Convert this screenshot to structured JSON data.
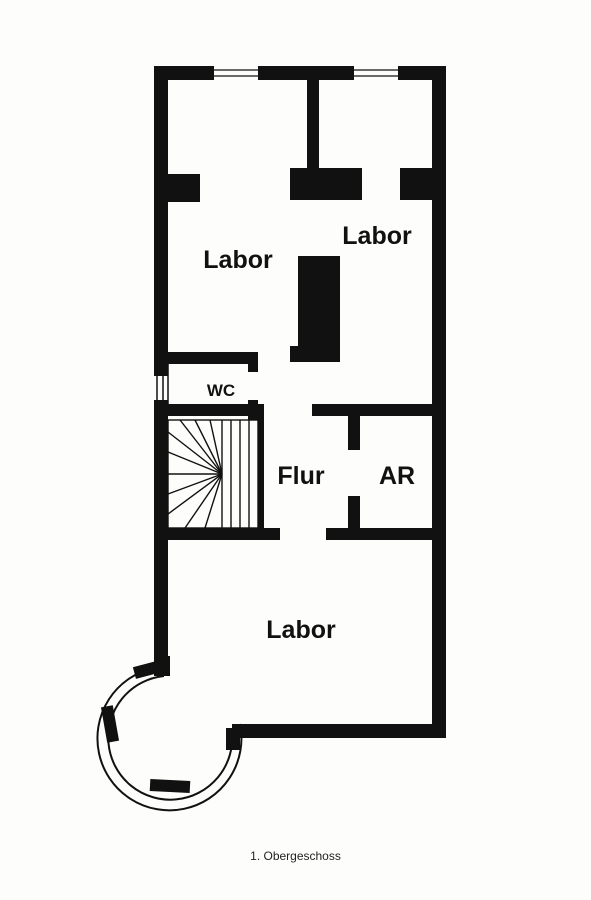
{
  "plan": {
    "wall_color": "#111111",
    "background": "#fdfdfb",
    "rooms": {
      "labor_top_left": "Labor",
      "labor_top_right": "Labor",
      "wc": "WC",
      "flur": "Flur",
      "ar": "AR",
      "labor_bottom": "Labor"
    },
    "caption": "1. Obergeschoss"
  }
}
